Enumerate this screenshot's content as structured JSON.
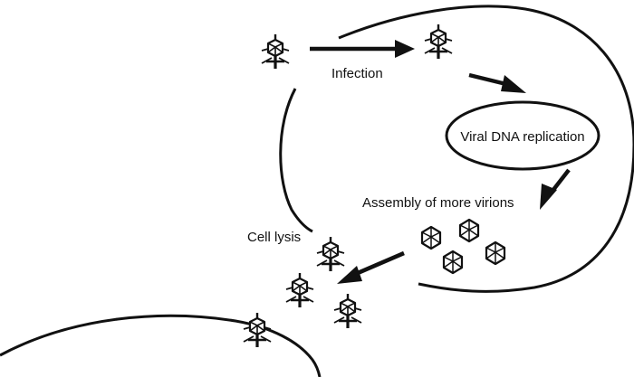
{
  "labels": {
    "infection": "Infection",
    "replication": "Viral DNA replication",
    "assembly": "Assembly of more virions",
    "lysis": "Cell lysis"
  },
  "icons": {
    "phage": "bacteriophage-icon",
    "virion": "icosahedral-virion-icon",
    "arrow": "arrow-icon"
  },
  "colors": {
    "ink": "#111111",
    "background": "#ffffff"
  }
}
